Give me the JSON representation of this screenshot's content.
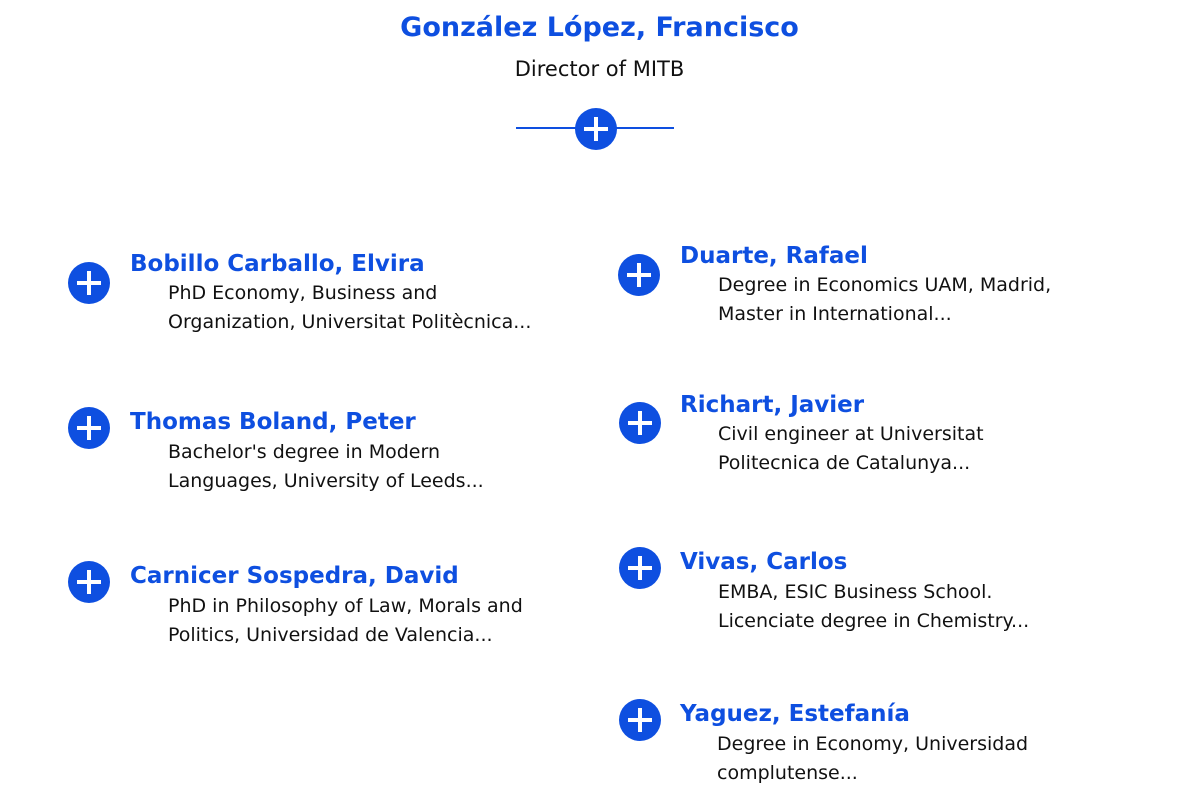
{
  "director": {
    "name": "González López, Francisco",
    "title": "Director of MITB"
  },
  "accent_color": "#0e4fe0",
  "icons": {
    "expand": "plus-circle-icon"
  },
  "members_left": [
    {
      "name": "Bobillo Carballo, Elvira",
      "desc_line1": "PhD Economy, Business and",
      "desc_line2": "Organization, Universitat Politècnica..."
    },
    {
      "name": "Thomas Boland, Peter",
      "desc_line1": "Bachelor's degree in Modern",
      "desc_line2": "Languages, University of Leeds..."
    },
    {
      "name": "Carnicer Sospedra, David",
      "desc_line1": " PhD in Philosophy of Law, Morals and",
      "desc_line2": "Politics, Universidad de Valencia..."
    }
  ],
  "members_right": [
    {
      "name": "Duarte, Rafael",
      "desc_line1": "Degree in Economics UAM, Madrid,",
      "desc_line2": "Master in International..."
    },
    {
      "name": "Richart, Javier",
      "desc_line1": "Civil engineer at Universitat",
      "desc_line2": "Politecnica de Catalunya..."
    },
    {
      "name": "Vivas, Carlos",
      "desc_line1": "EMBA, ESIC Business School.",
      "desc_line2": "Licenciate degree in Chemistry..."
    },
    {
      "name": "Yaguez, Estefanía",
      "desc_line1": "Degree in Economy, Universidad",
      "desc_line2": "complutense..."
    }
  ]
}
